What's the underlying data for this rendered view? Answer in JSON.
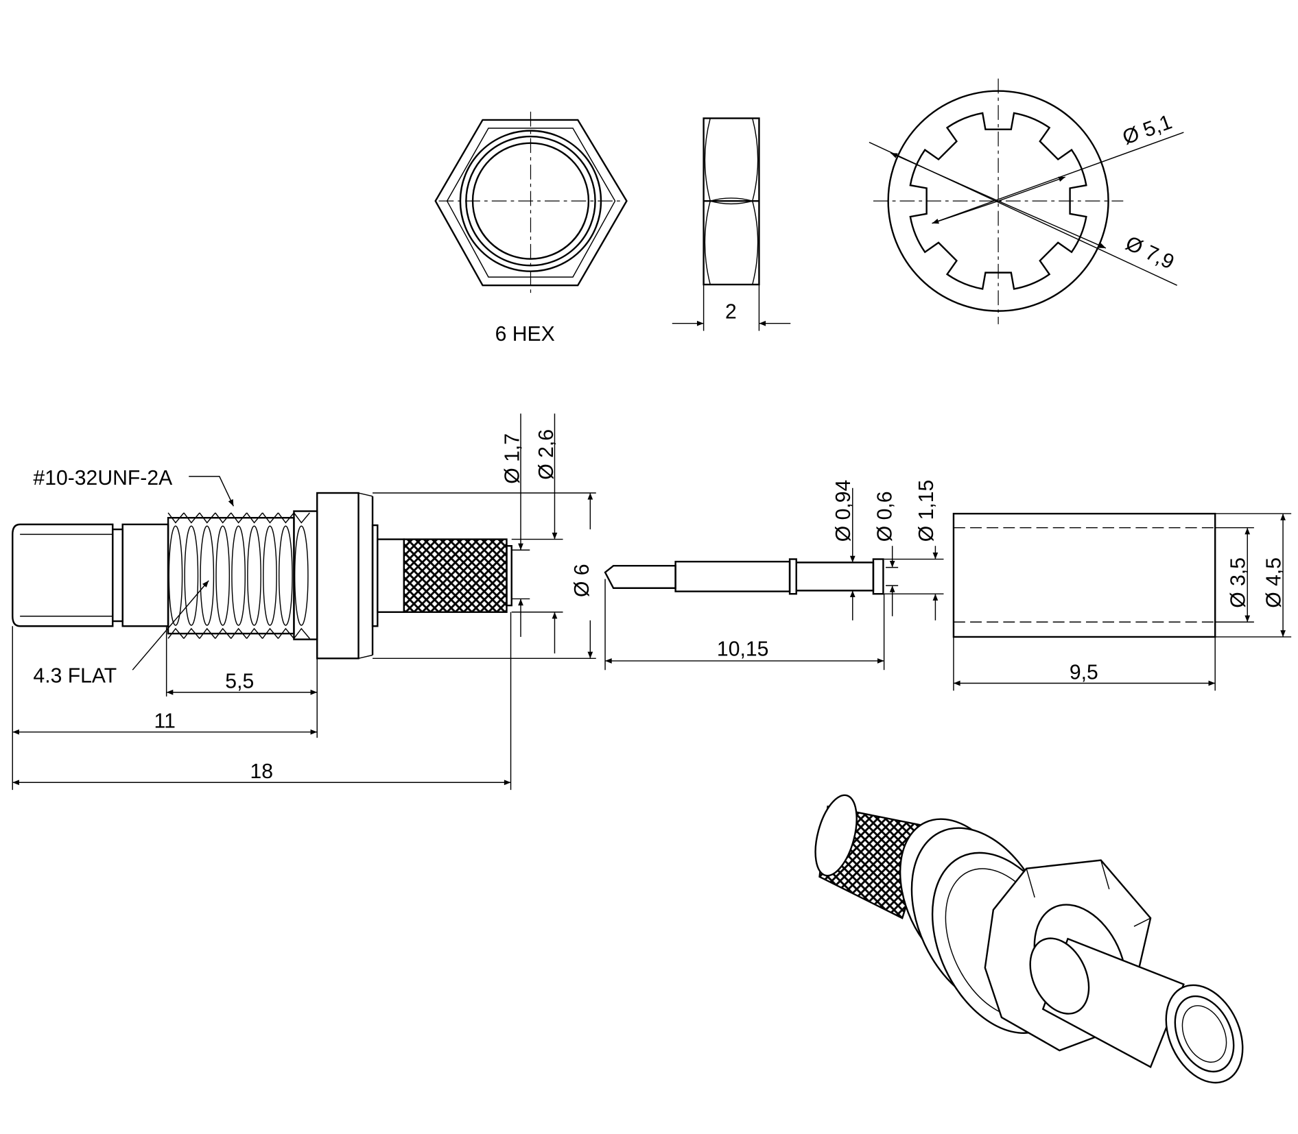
{
  "labels": {
    "hex": "6 HEX",
    "nut_thickness": "2",
    "washer_inner": "Ø 5,1",
    "washer_outer": "Ø 7,9",
    "thread": "#10-32UNF-2A",
    "flat": "4.3 FLAT",
    "thread_length": "5,5",
    "body_length": "11",
    "total_length": "18",
    "crimp_inner": "Ø 1,7",
    "crimp_outer": "Ø 2,6",
    "flange_dia": "Ø 6",
    "pin_dia_1": "Ø 0,94",
    "pin_dia_2": "Ø 0,6",
    "pin_dia_3": "Ø 1,15",
    "pin_length": "10,15",
    "ferrule_inner": "Ø 3,5",
    "ferrule_outer": "Ø 4,5",
    "ferrule_length": "9,5"
  }
}
